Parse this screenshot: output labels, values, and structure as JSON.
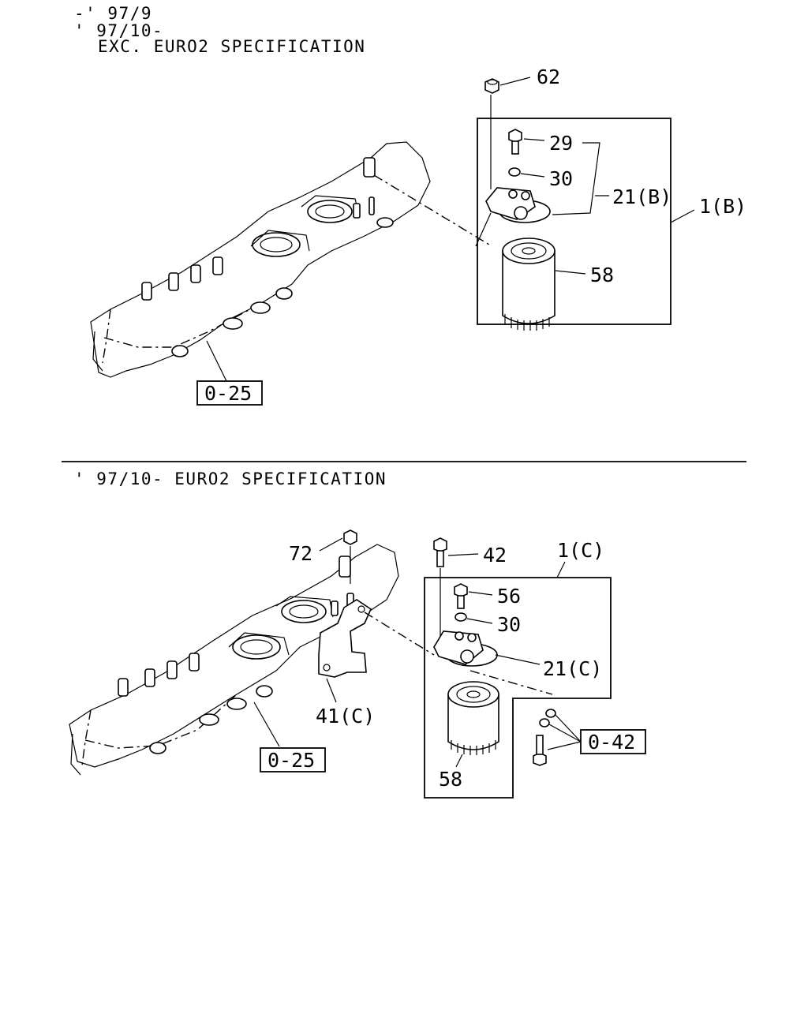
{
  "section_top": {
    "header_line1": "-' 97/9",
    "header_line2": "' 97/10-",
    "header_line3": "EXC. EURO2 SPECIFICATION",
    "callouts": {
      "c62": "62",
      "c29": "29",
      "c30": "30",
      "c21": "21(B)",
      "c1": "1(B)",
      "c58": "58"
    },
    "ref_box": "0-25"
  },
  "section_bottom": {
    "header": "' 97/10- EURO2 SPECIFICATION",
    "callouts": {
      "c72": "72",
      "c42": "42",
      "c1": "1(C)",
      "c56": "56",
      "c30": "30",
      "c21": "21(C)",
      "c41": "41(C)",
      "c58": "58"
    },
    "ref_box_manifold": "0-25",
    "ref_box_bolts": "0-42"
  },
  "icons": [
    "manifold-drawing",
    "oil-filter-drawing",
    "filter-head-drawing",
    "bolt-drawing",
    "nut-drawing",
    "washer-drawing",
    "bracket-drawing"
  ]
}
